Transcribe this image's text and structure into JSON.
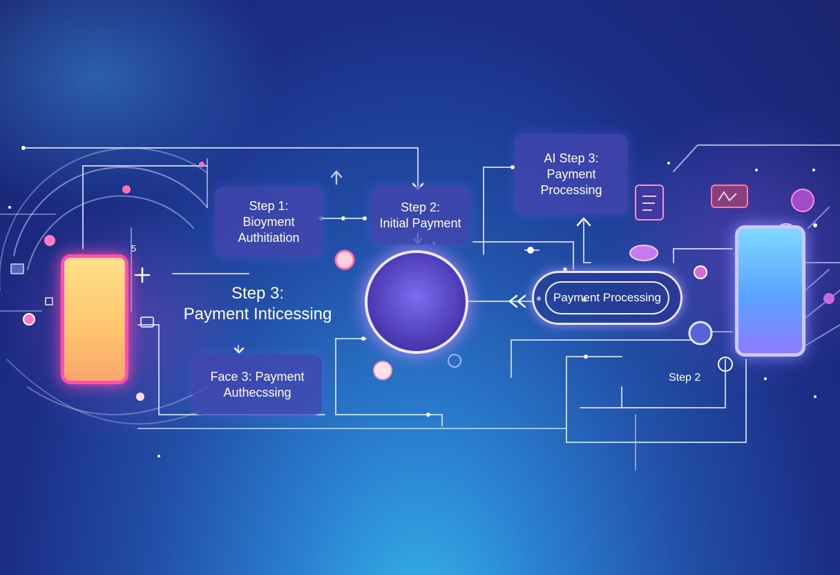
{
  "cards": {
    "step1": {
      "line1": "Step 1:",
      "line2": "Bioyment",
      "line3": "Authitiation"
    },
    "step2": {
      "line1": "Step 2:",
      "line2": "Initial Payment"
    },
    "ai_step3": {
      "line1": "AI Step 3:",
      "line2": "Payment",
      "line3": "Processing"
    },
    "face3": {
      "line1": "Face 3: Payment",
      "line2": "Authecssing"
    }
  },
  "headline": {
    "line1": "Step 3:",
    "line2": "Payment Inticessing"
  },
  "pill": {
    "label": "Payment Processing"
  },
  "side_label": {
    "text": "Step 2"
  },
  "small_digit": {
    "text": "5"
  },
  "colors": {
    "background_top": "#1a2470",
    "background_bottom": "#35b6ea",
    "line": "#dfe3ff",
    "accent_pink": "#ff4fae",
    "accent_violet": "#8f7bff"
  }
}
